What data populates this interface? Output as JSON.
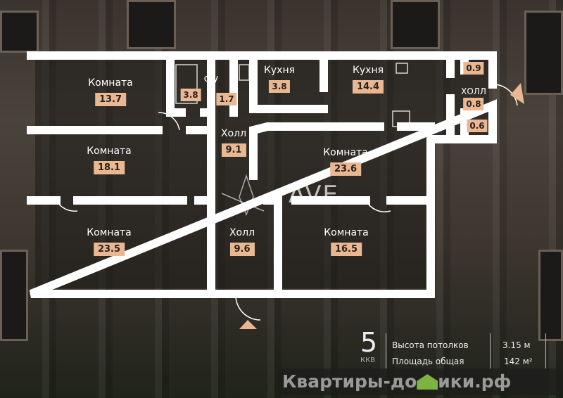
{
  "plan": {
    "rooms": [
      {
        "name": "Комната",
        "area": "13.7"
      },
      {
        "name": "с/у",
        "area": "3.8"
      },
      {
        "area": "1.7"
      },
      {
        "name": "Кухня",
        "area": "3.8"
      },
      {
        "name": "Кухня",
        "area": "14.4"
      },
      {
        "name": "Холл",
        "area": "9.1"
      },
      {
        "name": "Комната",
        "area": "18.1"
      },
      {
        "name": "Комната",
        "area": "23.6"
      },
      {
        "name": "Комната",
        "area": "23.5"
      },
      {
        "name": "Холл",
        "area": "9.6"
      },
      {
        "name": "Комната",
        "area": "16.5"
      },
      {
        "area": "0.9"
      },
      {
        "name": "ХОЛЛ",
        "area": "0.8"
      },
      {
        "area": "0.6"
      }
    ],
    "accent": "#e9b893"
  },
  "logo": {
    "text": "AVE"
  },
  "info": {
    "rooms_count": "5",
    "rooms_unit": "ККВ",
    "ceiling_label": "Высота потолков",
    "ceiling_value": "3.15 м",
    "area_label": "Площадь общая",
    "area_value": "142 м²"
  },
  "watermark": {
    "prefix": "Квартиры-до",
    "suffix": "ики.рф"
  }
}
